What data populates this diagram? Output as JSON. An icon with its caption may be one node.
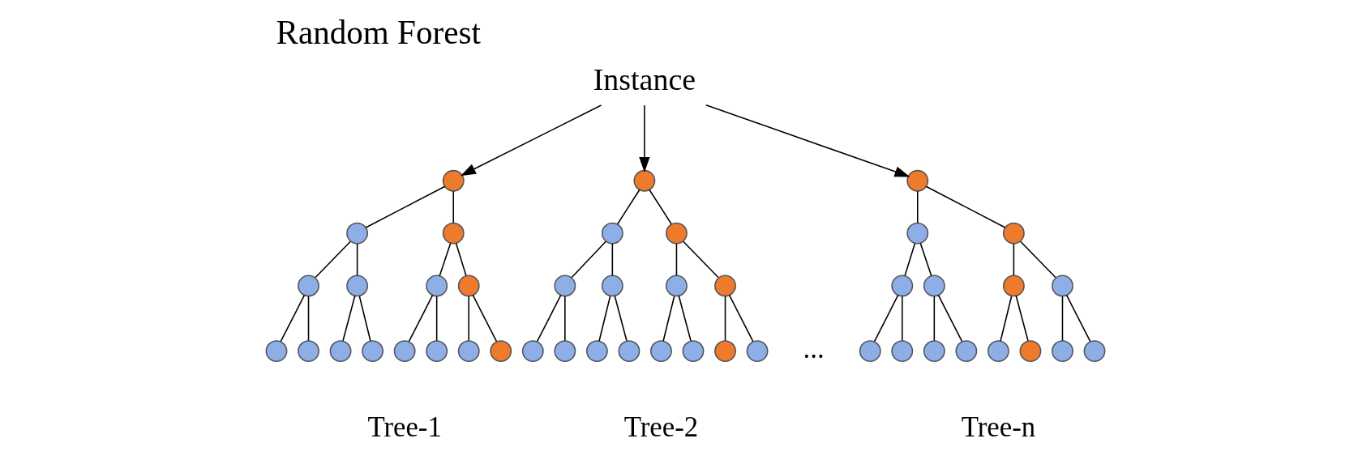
{
  "diagram": {
    "title": "Random Forest",
    "nodes": [
      {
        "text": [
          "Instance"
        ]
      },
      {
        "text": [],
        "shape": "circle"
      },
      {
        "text": [],
        "shape": "circle"
      },
      {
        "text": [],
        "shape": "circle"
      },
      {
        "text": [],
        "shape": "circle"
      },
      {
        "text": [],
        "shape": "circle"
      },
      {
        "text": [],
        "shape": "circle"
      },
      {
        "text": [],
        "shape": "circle"
      },
      {
        "text": [],
        "shape": "circle"
      },
      {
        "text": [],
        "shape": "circle"
      },
      {
        "text": [],
        "shape": "circle"
      },
      {
        "text": [],
        "shape": "circle"
      },
      {
        "text": [],
        "shape": "circle"
      },
      {
        "text": [],
        "shape": "circle"
      },
      {
        "text": [],
        "shape": "circle"
      },
      {
        "text": [],
        "shape": "circle"
      },
      {
        "text": [],
        "shape": "circle"
      },
      {
        "text": [],
        "shape": "circle"
      },
      {
        "text": [],
        "shape": "circle"
      },
      {
        "text": [],
        "shape": "circle"
      },
      {
        "text": [],
        "shape": "circle"
      },
      {
        "text": [],
        "shape": "circle"
      },
      {
        "text": [],
        "shape": "circle"
      },
      {
        "text": [],
        "shape": "circle"
      },
      {
        "text": [],
        "shape": "circle"
      },
      {
        "text": [],
        "shape": "circle"
      },
      {
        "text": [],
        "shape": "circle"
      },
      {
        "text": [],
        "shape": "circle"
      },
      {
        "text": [],
        "shape": "circle"
      },
      {
        "text": [],
        "shape": "circle"
      },
      {
        "text": [],
        "shape": "circle"
      },
      {
        "text": [],
        "shape": "circle"
      },
      {
        "text": [],
        "shape": "circle"
      },
      {
        "text": [],
        "shape": "circle"
      },
      {
        "text": [],
        "shape": "circle"
      },
      {
        "text": [],
        "shape": "circle"
      },
      {
        "text": [],
        "shape": "circle"
      },
      {
        "text": [],
        "shape": "circle"
      },
      {
        "text": [],
        "shape": "circle"
      },
      {
        "text": [],
        "shape": "circle"
      },
      {
        "text": [],
        "shape": "circle"
      },
      {
        "text": [],
        "shape": "circle"
      },
      {
        "text": [],
        "shape": "circle"
      },
      {
        "text": [],
        "shape": "circle"
      },
      {
        "text": [],
        "shape": "circle"
      },
      {
        "text": [],
        "shape": "circle"
      }
    ],
    "edges": [
      {
        "from": 0,
        "to": 1,
        "arrow": "to"
      },
      {
        "from": 0,
        "to": 16,
        "arrow": "to"
      },
      {
        "from": 0,
        "to": 31,
        "arrow": "to"
      },
      {
        "from": 1,
        "to": 2,
        "arrow": "none"
      },
      {
        "from": 1,
        "to": 3,
        "arrow": "none"
      },
      {
        "from": 2,
        "to": 4,
        "arrow": "none"
      },
      {
        "from": 2,
        "to": 5,
        "arrow": "none"
      },
      {
        "from": 3,
        "to": 6,
        "arrow": "none"
      },
      {
        "from": 3,
        "to": 7,
        "arrow": "none"
      },
      {
        "from": 4,
        "to": 8,
        "arrow": "none"
      },
      {
        "from": 4,
        "to": 9,
        "arrow": "none"
      },
      {
        "from": 5,
        "to": 10,
        "arrow": "none"
      },
      {
        "from": 5,
        "to": 11,
        "arrow": "none"
      },
      {
        "from": 6,
        "to": 12,
        "arrow": "none"
      },
      {
        "from": 6,
        "to": 13,
        "arrow": "none"
      },
      {
        "from": 7,
        "to": 14,
        "arrow": "none"
      },
      {
        "from": 7,
        "to": 15,
        "arrow": "none"
      },
      {
        "from": 16,
        "to": 17,
        "arrow": "none"
      },
      {
        "from": 16,
        "to": 18,
        "arrow": "none"
      },
      {
        "from": 17,
        "to": 19,
        "arrow": "none"
      },
      {
        "from": 17,
        "to": 20,
        "arrow": "none"
      },
      {
        "from": 18,
        "to": 21,
        "arrow": "none"
      },
      {
        "from": 18,
        "to": 22,
        "arrow": "none"
      },
      {
        "from": 19,
        "to": 23,
        "arrow": "none"
      },
      {
        "from": 19,
        "to": 24,
        "arrow": "none"
      },
      {
        "from": 20,
        "to": 25,
        "arrow": "none"
      },
      {
        "from": 20,
        "to": 26,
        "arrow": "none"
      },
      {
        "from": 21,
        "to": 27,
        "arrow": "none"
      },
      {
        "from": 21,
        "to": 28,
        "arrow": "none"
      },
      {
        "from": 22,
        "to": 29,
        "arrow": "none"
      },
      {
        "from": 22,
        "to": 30,
        "arrow": "none"
      },
      {
        "from": 31,
        "to": 32,
        "arrow": "none"
      },
      {
        "from": 31,
        "to": 33,
        "arrow": "none"
      },
      {
        "from": 32,
        "to": 34,
        "arrow": "none"
      },
      {
        "from": 32,
        "to": 35,
        "arrow": "none"
      },
      {
        "from": 33,
        "to": 36,
        "arrow": "none"
      },
      {
        "from": 33,
        "to": 37,
        "arrow": "none"
      },
      {
        "from": 34,
        "to": 38,
        "arrow": "none"
      },
      {
        "from": 34,
        "to": 39,
        "arrow": "none"
      },
      {
        "from": 35,
        "to": 40,
        "arrow": "none"
      },
      {
        "from": 35,
        "to": 41,
        "arrow": "none"
      },
      {
        "from": 36,
        "to": 42,
        "arrow": "none"
      },
      {
        "from": 36,
        "to": 43,
        "arrow": "none"
      },
      {
        "from": 37,
        "to": 44,
        "arrow": "none"
      },
      {
        "from": 37,
        "to": 45,
        "arrow": "none"
      }
    ],
    "labels": [
      "Tree-1",
      "Tree-2",
      "...",
      "Tree-n"
    ]
  }
}
